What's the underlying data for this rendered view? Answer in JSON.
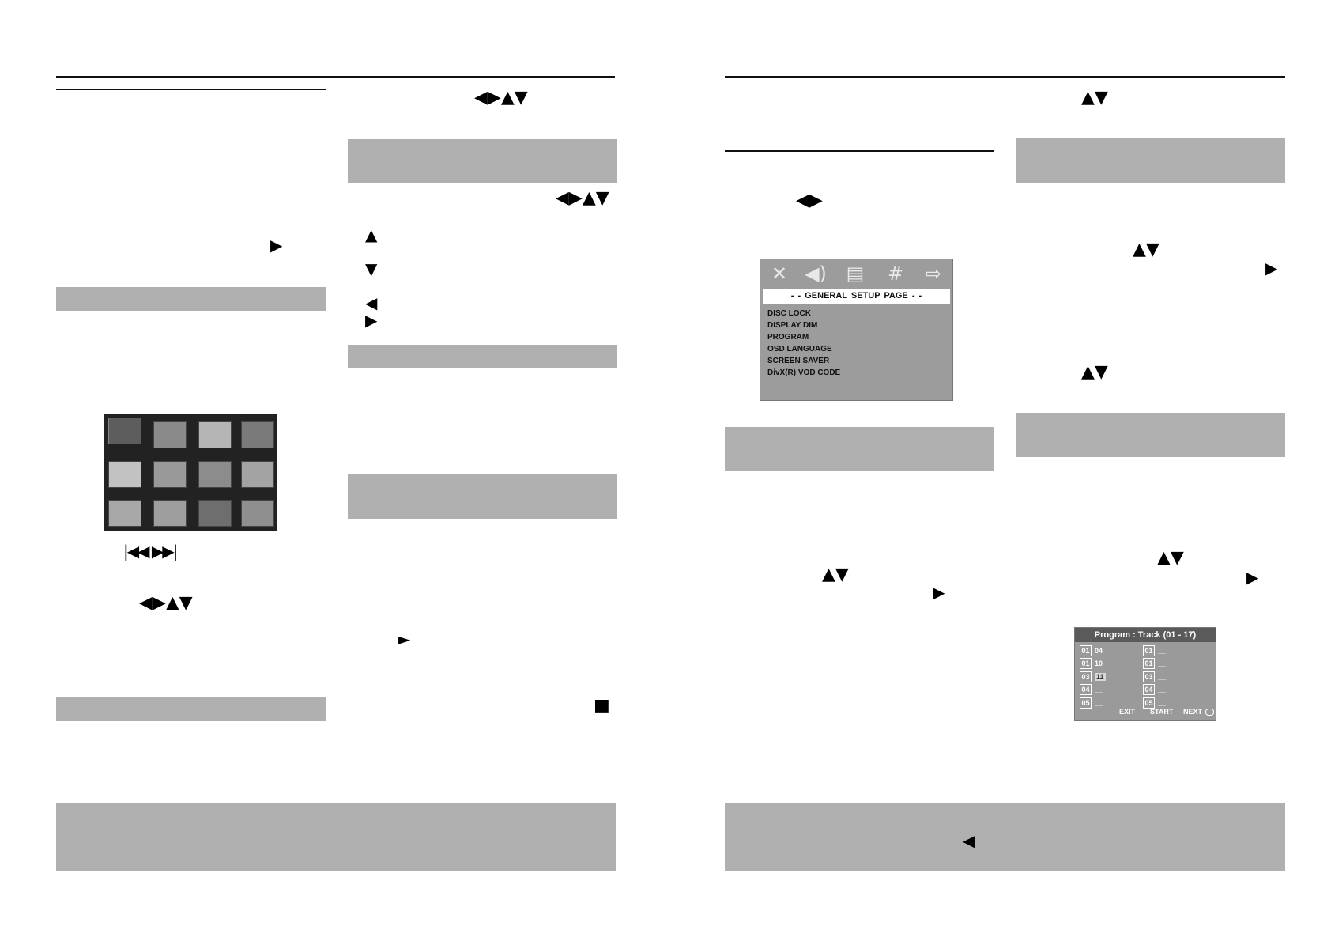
{
  "glyphs": {
    "left_right_up_down": "◀▶▲▼",
    "up_down": "▲▼",
    "left_right": "◀▶",
    "play": "▶",
    "left": "◀",
    "up": "▲",
    "down": "▼",
    "stop": "■",
    "prev_next": "|◀◀ ▶▶|",
    "play_small": "►"
  },
  "setup_menu": {
    "icons": [
      "wrench-speaker-icon",
      "speaker-icon",
      "video-icon",
      "grid-icon",
      "exit-icon"
    ],
    "title": "- -  GENERAL  SETUP  PAGE  - -",
    "items": [
      "DISC LOCK",
      "DISPLAY DIM",
      "PROGRAM",
      "OSD LANGUAGE",
      "SCREEN SAVER",
      "DivX(R) VOD CODE"
    ]
  },
  "program_box": {
    "title": "Program : Track (01 - 17)",
    "left_column": [
      {
        "num": "01",
        "val": "04",
        "highlight": false
      },
      {
        "num": "01",
        "val": "10",
        "highlight": false
      },
      {
        "num": "03",
        "val": "11",
        "highlight": true
      },
      {
        "num": "04",
        "val": "__",
        "highlight": false
      },
      {
        "num": "05",
        "val": "__",
        "highlight": false
      }
    ],
    "right_column": [
      {
        "num": "01",
        "val": "__"
      },
      {
        "num": "01",
        "val": "__"
      },
      {
        "num": "03",
        "val": "__"
      },
      {
        "num": "04",
        "val": "__"
      },
      {
        "num": "05",
        "val": "__"
      }
    ],
    "footer": {
      "exit": "EXIT",
      "start": "START",
      "next": "NEXT"
    }
  },
  "colors": {
    "panel_gray": "#b0b0b0",
    "menu_gray": "#9c9c9c",
    "thumb_bg": "#222222"
  }
}
